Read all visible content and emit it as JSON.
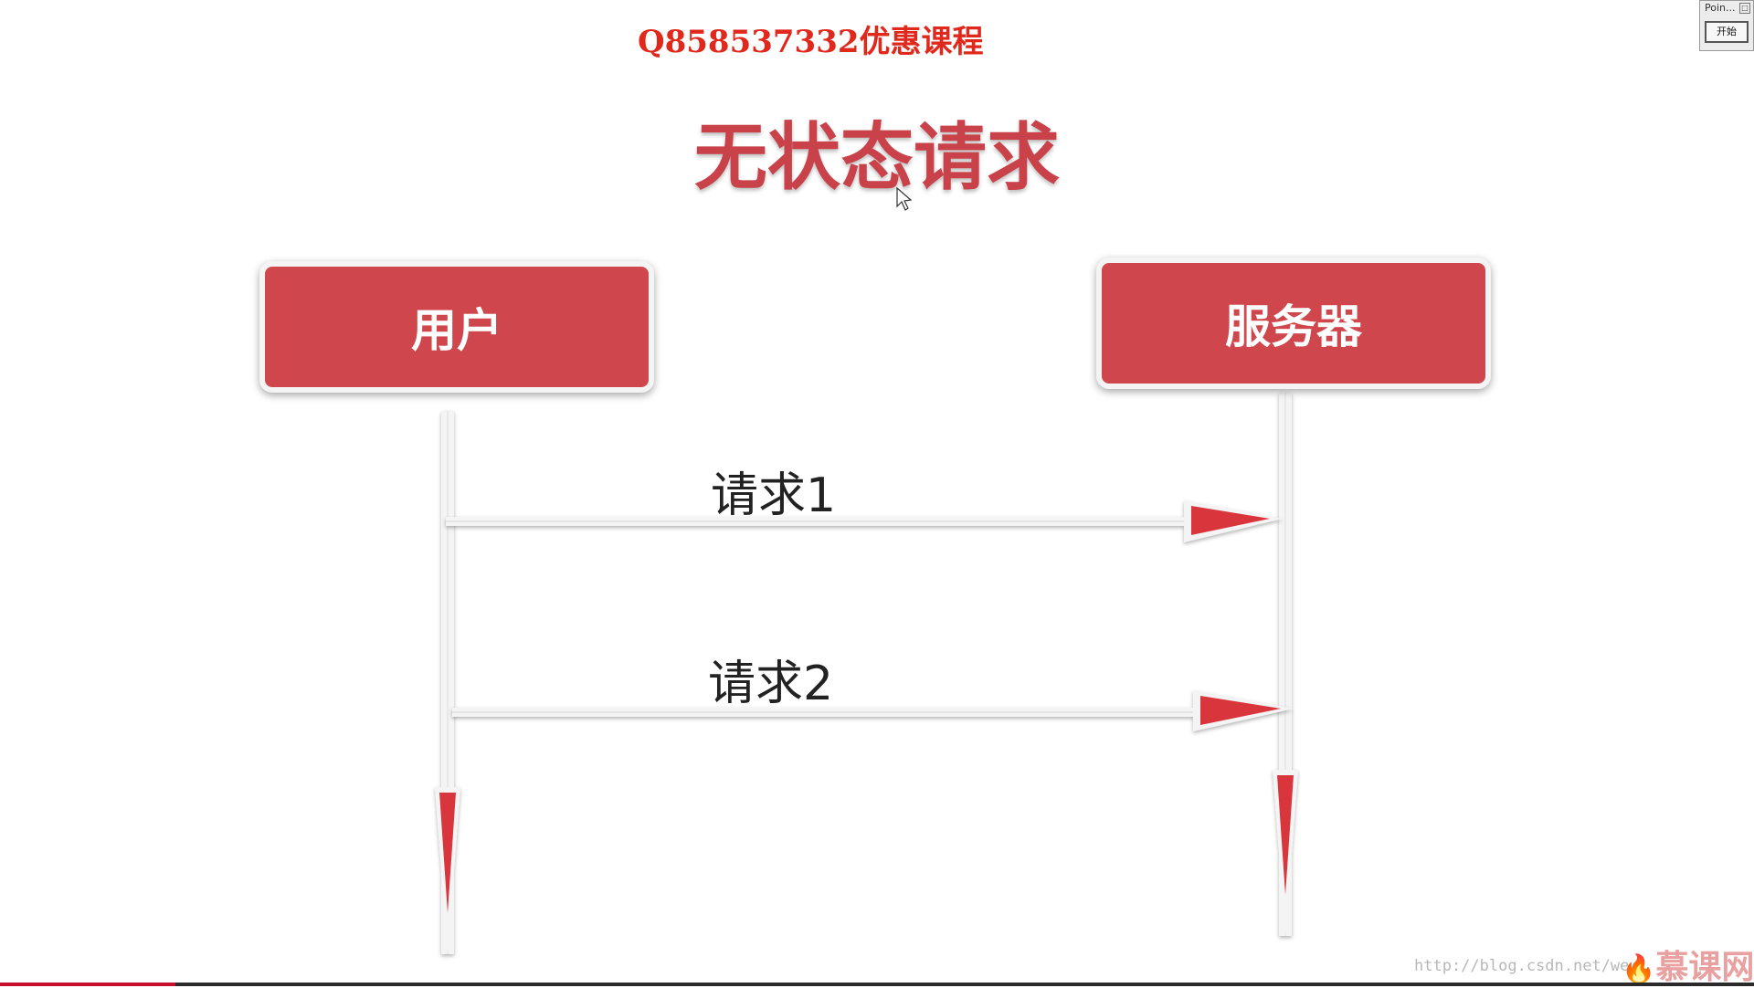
{
  "promo_text": "Q858537332优惠课程",
  "slide": {
    "title": "无状态请求",
    "actor_user": "用户",
    "actor_server": "服务器",
    "message_1": "请求1",
    "message_2": "请求2"
  },
  "widget": {
    "title": "Poin...",
    "close_glyph": "□",
    "start_label": "开始"
  },
  "watermark": {
    "url": "http://blog.csdn.net/we",
    "logo_text": "慕课网"
  },
  "playback": {
    "progress": 0.1
  },
  "colors": {
    "accent": "#cf474c",
    "promo": "#e0281c",
    "title": "#c9424a"
  }
}
